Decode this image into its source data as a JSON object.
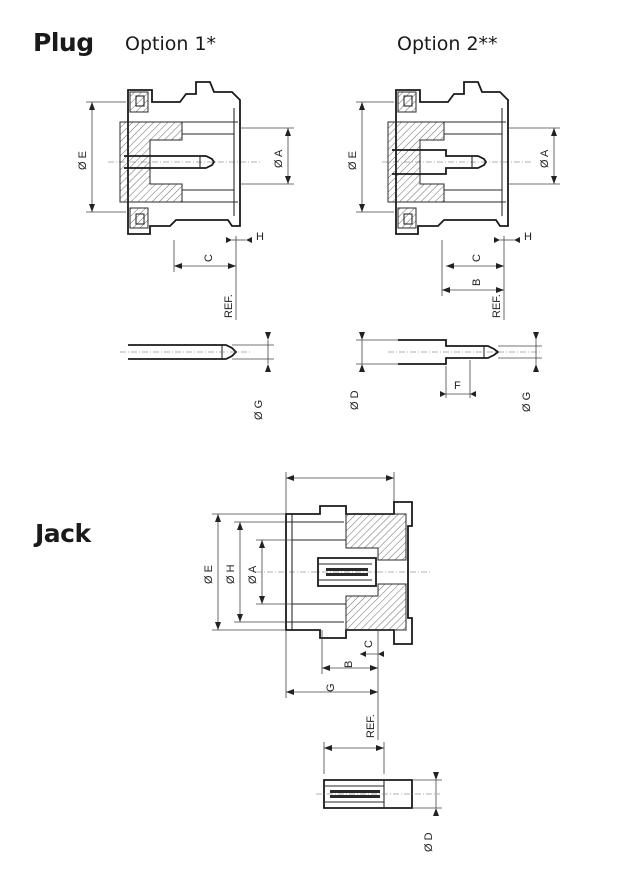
{
  "headings": {
    "plug": "Plug",
    "jack": "Jack",
    "option1": "Option 1*",
    "option2": "Option 2**"
  },
  "dimensions": {
    "dia_e": "Ø E",
    "dia_a": "Ø A",
    "dia_g": "Ø G",
    "dia_d": "Ø D",
    "dia_h": "Ø H",
    "c": "C",
    "b": "B",
    "f": "F",
    "g": "G",
    "h": "H",
    "ref": "REF."
  }
}
